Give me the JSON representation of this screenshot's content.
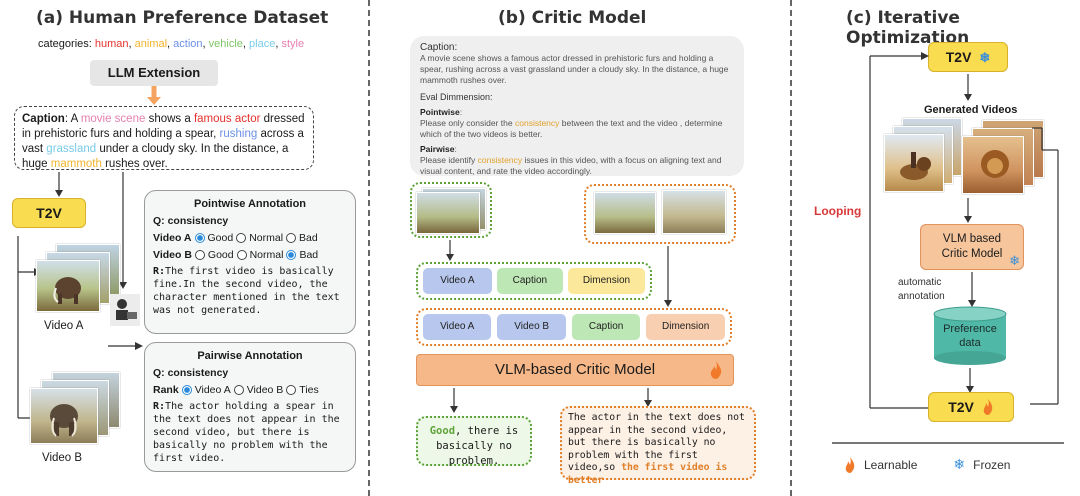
{
  "panels": {
    "a": {
      "title": "(a) Human Preference Dataset",
      "categories_label": "categories:",
      "categories": [
        {
          "name": "human",
          "color": "#e5322d"
        },
        {
          "name": "animal",
          "color": "#f0b32a"
        },
        {
          "name": "action",
          "color": "#6c8fe6"
        },
        {
          "name": "vehicle",
          "color": "#7fc46a"
        },
        {
          "name": "place",
          "color": "#79cbe8"
        },
        {
          "name": "style",
          "color": "#e57fb0"
        }
      ],
      "llm_extension": "LLM Extension",
      "caption": {
        "label": "Caption",
        "p1": ": A ",
        "movie_scene": "movie scene",
        "p2": " shows a ",
        "famous_actor": "famous actor",
        "p3": " dressed in prehistoric furs and holding a spear, ",
        "rushing": "rushing",
        "p4": " across a vast ",
        "grassland": "grassland",
        "p5": " under a cloudy sky. In the distance, a huge ",
        "mammoth": "mammoth",
        "p6": " rushes over."
      },
      "t2v": "T2V",
      "video_a": "Video A",
      "video_b": "Video B",
      "pointwise": {
        "title": "Pointwise Annotation",
        "q": "Q: consistency",
        "row_a_label": "Video A",
        "row_b_label": "Video B",
        "opts": [
          "Good",
          "Normal",
          "Bad"
        ],
        "r_label": "R:",
        "r_text": "The first video is basically fine.In the second video, the character mentioned in the text was not generated."
      },
      "pairwise": {
        "title": "Pairwise Annotation",
        "q": "Q: consistency",
        "rank_label": "Rank",
        "opts": [
          "Video A",
          "Video B",
          "Ties"
        ],
        "r_label": "R:",
        "r_text": "The actor holding a spear in the text does not appear in the second video, but there is basically no problem with the first video."
      }
    },
    "b": {
      "title": "(b) Critic Model",
      "prompt": {
        "caption_label": "Caption:",
        "caption_text": "A movie scene shows a famous actor dressed in prehistoric furs and holding a spear, rushing across a vast grassland under a cloudy sky. In the distance, a huge mammoth rushes over.",
        "eval_label": "Eval Dimmension:",
        "pointwise_label": "Pointwise",
        "pointwise_colon": ":",
        "pointwise_pre": "Please only consider the ",
        "pointwise_kw": "consistency",
        "pointwise_post": " between the text and the video , determine which of the two videos is better.",
        "pairwise_label": "Pairwise",
        "pairwise_colon": ":",
        "pairwise_pre": "Please identify ",
        "pairwise_kw": "consistency",
        "pairwise_post": " issues in this video, with a focus on aligning text and visual content, and rate the video accordingly."
      },
      "row1": [
        "Video A",
        "Caption",
        "Dimension"
      ],
      "row2": [
        "Video A",
        "Video B",
        "Caption",
        "Dimension"
      ],
      "critic": "VLM-based Critic Model",
      "out_left_kw": "Good",
      "out_left_rest": ", there is basically no problem.",
      "out_right_pre": "The actor in the text does not appear in the second video, but there is basically no problem with the first video,so ",
      "out_right_kw": "the first video is better"
    },
    "c": {
      "title": "(c) Iterative Optimization",
      "t2v_top": "T2V",
      "generated": "Generated Videos",
      "looping": "Looping",
      "vlm_l1": "VLM based",
      "vlm_l2": "Critic Model",
      "auto_l1": "automatic",
      "auto_l2": "annotation",
      "pref_l1": "Preference",
      "pref_l2": "data",
      "t2v_bottom": "T2V",
      "legend_learnable": "Learnable",
      "legend_frozen": "Frozen"
    }
  },
  "colors": {
    "t2v": "#f9dc4f",
    "vlm": "#f6c59c",
    "critic_bar": "#f6b888",
    "pref": "#4fb8a6",
    "video_tag": "#b7c7ee",
    "caption_tag": "#bde7b4",
    "dimension_tag": "#fbe89a",
    "dimension_tag2": "#f8cfb0",
    "looping": "#d93838",
    "keyword": "#e0a22a"
  },
  "icons": [
    "fire-icon",
    "snowflake-icon",
    "arrow-icon"
  ]
}
